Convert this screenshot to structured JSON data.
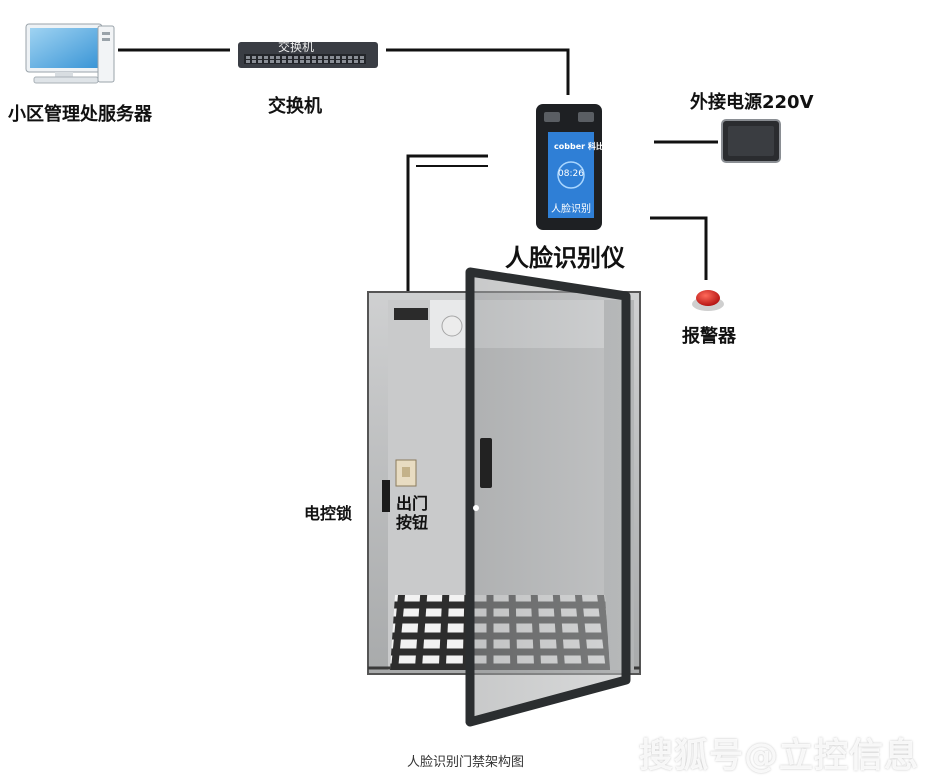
{
  "labels": {
    "server": "小区管理处服务器",
    "switch": "交换机",
    "switch_device_text": "交换机",
    "face_device": "人脸识别仪",
    "power": "外接电源220V",
    "alarm": "报警器",
    "lock": "电控锁",
    "exit_button": "出门按钮"
  },
  "device_screen": {
    "brand": "cobber 科比",
    "time": "08:26",
    "name": "人脸识别"
  },
  "caption": "人脸识别门禁架构图",
  "watermark": "搜狐号@立控信息",
  "colors": {
    "wire": "#111111",
    "door_frame": "#2b2e30",
    "screen": "#2f7fd6",
    "alarm_red": "#d02020"
  }
}
